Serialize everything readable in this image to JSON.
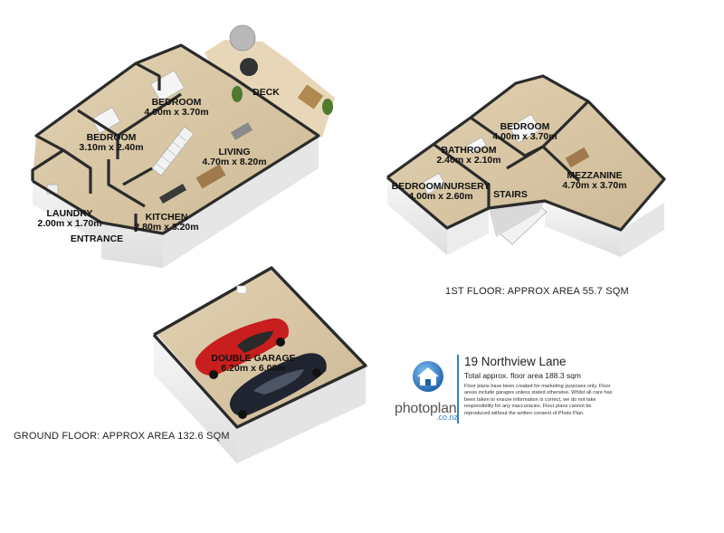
{
  "floor_plan": {
    "rooms": {
      "bedroom_master_ground": {
        "name": "BEDROOM",
        "dims": "4.00m x 3.70m"
      },
      "deck": {
        "name": "DECK"
      },
      "bedroom_ground": {
        "name": "BEDROOM",
        "dims": "3.10m x 2.40m"
      },
      "living": {
        "name": "LIVING",
        "dims": "4.70m x 8.20m"
      },
      "laundry": {
        "name": "LAUNDRY",
        "dims": "2.00m x 1.70m"
      },
      "entrance": {
        "name": "ENTRANCE"
      },
      "kitchen": {
        "name": "KITCHEN",
        "dims": "2.80m x 3.20m"
      },
      "bedroom_first": {
        "name": "BEDROOM",
        "dims": "4.00m x 3.70m"
      },
      "bathroom": {
        "name": "BATHROOM",
        "dims": "2.40m x 2.10m"
      },
      "bedroom_nursery": {
        "name": "BEDROOM/NURSERY",
        "dims": "4.00m x 2.60m"
      },
      "stairs": {
        "name": "STAIRS"
      },
      "mezzanine": {
        "name": "MEZZANINE",
        "dims": "4.70m x 3.70m"
      },
      "garage": {
        "name": "DOUBLE GARAGE",
        "dims": "6.20m x 6.00m"
      }
    },
    "captions": {
      "first_floor": "1ST FLOOR: APPROX AREA 55.7 SQM",
      "ground_floor": "GROUND FLOOR: APPROX AREA 132.6 SQM"
    }
  },
  "info": {
    "brand_name": "photoplan",
    "brand_domain": ".co.nz",
    "brand_icon": "house-logo-icon",
    "title": "19 Northview Lane",
    "total_area": "Total approx. floor area 188.3 sqm",
    "disclaimer": "Floor plans have been created for marketing purposes only. Floor areas include garages unless stated otherwise. Whilst all care has been taken to ensure information is correct, we do not take responsibility for any inaccuracies. Floor plans cannot be reproduced without the written consent of Photo Plan."
  },
  "colors": {
    "accent": "#2f7fc8",
    "floor": "#d8c7a6",
    "wall_top": "#2b2b2b",
    "wall_face": "#f4f4f4",
    "wall_shadow": "#cfcfcf",
    "car_red": "#c81e1e",
    "car_dark": "#1f2430"
  }
}
